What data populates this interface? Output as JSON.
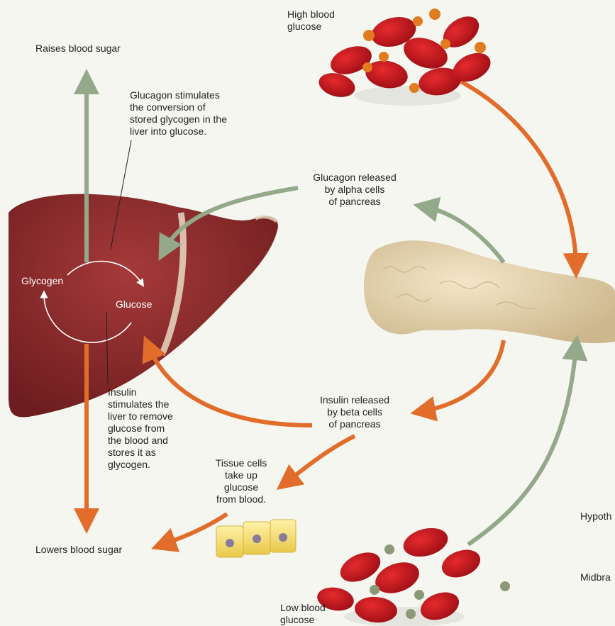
{
  "labels": {
    "high_blood_glucose": "High blood\nglucose",
    "raises_blood_sugar": "Raises blood sugar",
    "glucagon_stimulates": "Glucagon stimulates\nthe conversion of\nstored glycogen in the\nliver into glucose.",
    "glucagon_released": "Glucagon released\nby alpha cells\nof pancreas",
    "glycogen": "Glycogen",
    "glucose": "Glucose",
    "insulin_stimulates": "Insulin\nstimulates the\nliver to remove\nglucose from\nthe blood and\nstores it as\nglycogen.",
    "insulin_released": "Insulin released\nby beta cells\nof pancreas",
    "tissue_cells": "Tissue cells\ntake up\nglucose\nfrom blood.",
    "lowers_blood_sugar": "Lowers blood sugar",
    "low_blood_glucose": "Low blood\nglucose",
    "hypothalamus_cut": "Hypoth",
    "midbrain_cut": "Midbra"
  },
  "colors": {
    "background": "#f4f6ef",
    "glucagon_arrow": "#93a98a",
    "insulin_arrow": "#e26c2a",
    "liver": "#8c2a2a",
    "blood_cell": "#c4151c",
    "pancreas": "#e7d7b6",
    "glucose_dot_high": "#e07b1f",
    "glucose_dot_low": "#8a9a78"
  }
}
